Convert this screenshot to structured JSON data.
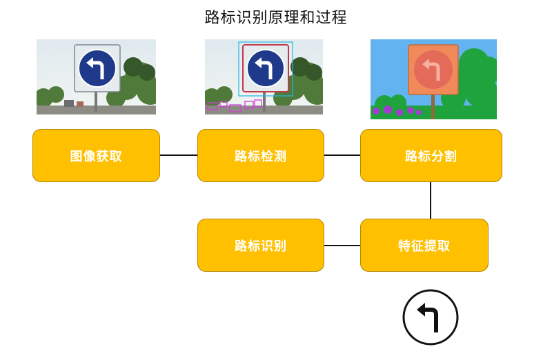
{
  "title": "路标识别原理和过程",
  "steps": {
    "acquire": "图像获取",
    "detect": "路标检测",
    "segment": "路标分割",
    "extract": "特征提取",
    "recognize": "路标识别"
  },
  "images": {
    "acquire": "road-sign-photo",
    "detect": "road-sign-detection-photo",
    "segment": "road-sign-segmentation-photo",
    "result": "left-turn-arrow-icon"
  },
  "colors": {
    "box_fill": "#ffc000",
    "box_border": "#b38700",
    "sign_blue": "#1f3a8a",
    "segment_sky": "#62b3f0",
    "segment_tree": "#1fa33c",
    "segment_sign": "#f08a5a"
  }
}
